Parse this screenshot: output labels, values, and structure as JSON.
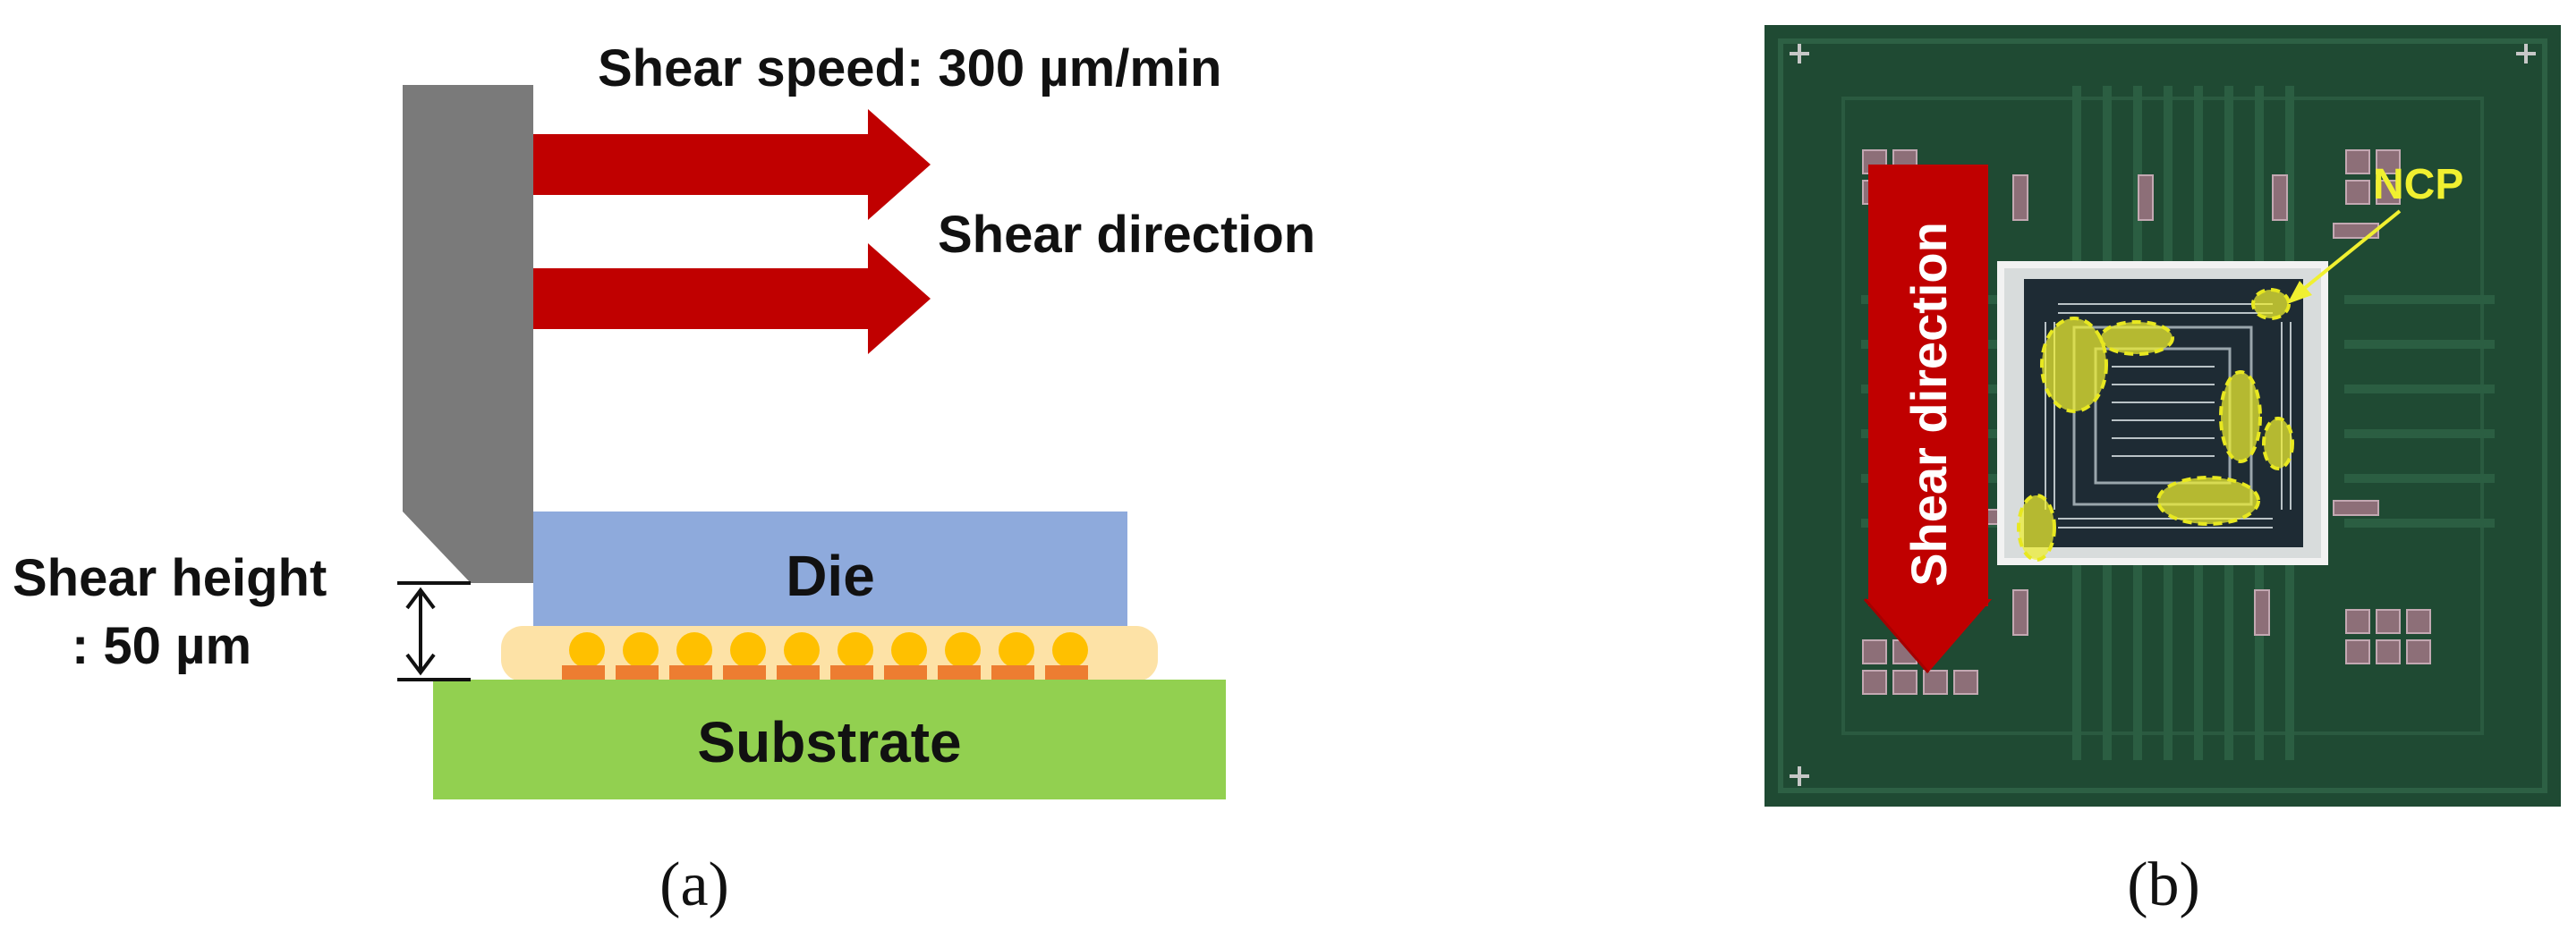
{
  "panel_a": {
    "shear_speed": "Shear speed: 300 µm/min",
    "shear_direction": "Shear direction",
    "shear_height_line1": "Shear height",
    "shear_height_line2": ": 50 µm",
    "die": "Die",
    "substrate": "Substrate",
    "caption": "(a)"
  },
  "panel_b": {
    "shear_direction": "Shear direction",
    "ncp": "NCP",
    "caption": "(b)"
  },
  "colors": {
    "tool": "#7a7a7a",
    "arrow": "#c00000",
    "die": "#8eaadc",
    "substrate": "#92d050",
    "underfill": "#fde2a6",
    "bump": "#ffc000",
    "pad": "#ed7d31",
    "board": "#1f4a33",
    "ncp_highlight": "#f0f030"
  }
}
